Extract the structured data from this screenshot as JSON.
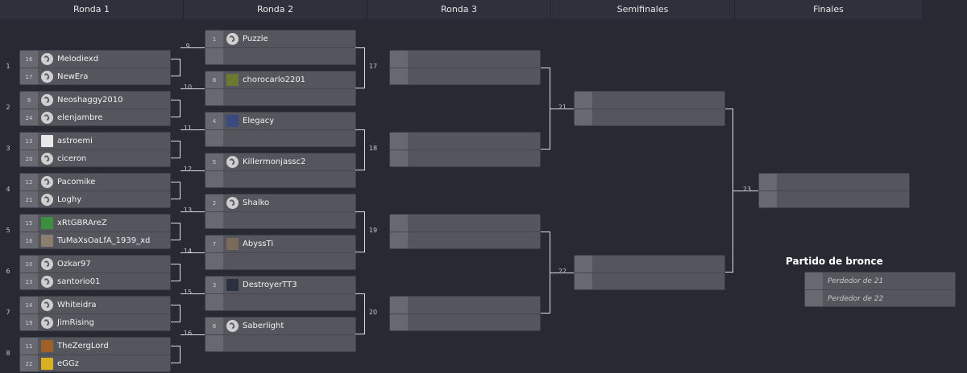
{
  "rounds": [
    "Ronda 1",
    "Ronda 2",
    "Ronda 3",
    "Semifinales",
    "Finales"
  ],
  "round1": [
    {
      "num": "1",
      "p1": {
        "seed": "16",
        "name": "Melodiexd"
      },
      "p2": {
        "seed": "17",
        "name": "NewEra"
      }
    },
    {
      "num": "2",
      "p1": {
        "seed": "9",
        "name": "Neoshaggy2010"
      },
      "p2": {
        "seed": "24",
        "name": "elenjambre"
      }
    },
    {
      "num": "3",
      "p1": {
        "seed": "13",
        "name": "astroemi"
      },
      "p2": {
        "seed": "20",
        "name": "ciceron"
      }
    },
    {
      "num": "4",
      "p1": {
        "seed": "12",
        "name": "Pacomike"
      },
      "p2": {
        "seed": "21",
        "name": "Loghy"
      }
    },
    {
      "num": "5",
      "p1": {
        "seed": "15",
        "name": "xRtGBRAreZ"
      },
      "p2": {
        "seed": "18",
        "name": "TuMaXsOaLfA_1939_xd"
      }
    },
    {
      "num": "6",
      "p1": {
        "seed": "10",
        "name": "Ozkar97"
      },
      "p2": {
        "seed": "23",
        "name": "santorio01"
      }
    },
    {
      "num": "7",
      "p1": {
        "seed": "14",
        "name": "Whiteidra"
      },
      "p2": {
        "seed": "19",
        "name": "JimRising"
      }
    },
    {
      "num": "8",
      "p1": {
        "seed": "11",
        "name": "TheZergLord"
      },
      "p2": {
        "seed": "22",
        "name": "eGGz"
      }
    }
  ],
  "round2": [
    {
      "num": "9",
      "p1": {
        "seed": "1",
        "name": "Puzzle"
      }
    },
    {
      "num": "10",
      "p1": {
        "seed": "8",
        "name": "chorocarlo2201"
      }
    },
    {
      "num": "11",
      "p1": {
        "seed": "4",
        "name": "Elegacy"
      }
    },
    {
      "num": "12",
      "p1": {
        "seed": "5",
        "name": "Killermonjassc2"
      }
    },
    {
      "num": "13",
      "p1": {
        "seed": "2",
        "name": "Shalko"
      }
    },
    {
      "num": "14",
      "p1": {
        "seed": "7",
        "name": "AbyssTi"
      }
    },
    {
      "num": "15",
      "p1": {
        "seed": "3",
        "name": "DestroyerTT3"
      }
    },
    {
      "num": "16",
      "p1": {
        "seed": "6",
        "name": "Saberlight"
      }
    }
  ],
  "round3": [
    {
      "num": "17"
    },
    {
      "num": "18"
    },
    {
      "num": "19"
    },
    {
      "num": "20"
    }
  ],
  "semis": [
    {
      "num": "21"
    },
    {
      "num": "22"
    }
  ],
  "final": {
    "num": "23"
  },
  "bronze": {
    "title": "Partido de bronce",
    "slot1": "Perdedor de 21",
    "slot2": "Perdedor de 22"
  }
}
